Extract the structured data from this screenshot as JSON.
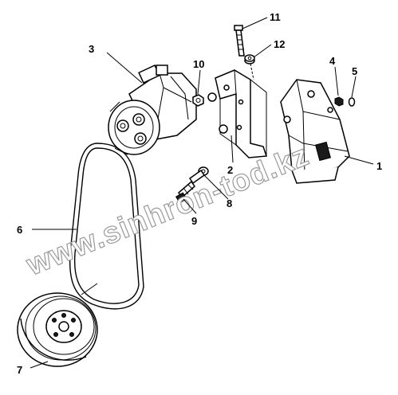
{
  "callouts": [
    {
      "id": "c1",
      "text": "1"
    },
    {
      "id": "c2",
      "text": "2"
    },
    {
      "id": "c3",
      "text": "3"
    },
    {
      "id": "c4",
      "text": "4"
    },
    {
      "id": "c5",
      "text": "5"
    },
    {
      "id": "c6",
      "text": "6"
    },
    {
      "id": "c7",
      "text": "7"
    },
    {
      "id": "c8",
      "text": "8"
    },
    {
      "id": "c9",
      "text": "9"
    },
    {
      "id": "c10",
      "text": "10"
    },
    {
      "id": "c11",
      "text": "11"
    },
    {
      "id": "c12",
      "text": "12"
    }
  ],
  "watermark": {
    "text": "www.sinhron-tod.kz"
  },
  "colors": {
    "line": "#000000",
    "background": "#ffffff",
    "watermark_outline": "#9a9a9a"
  }
}
